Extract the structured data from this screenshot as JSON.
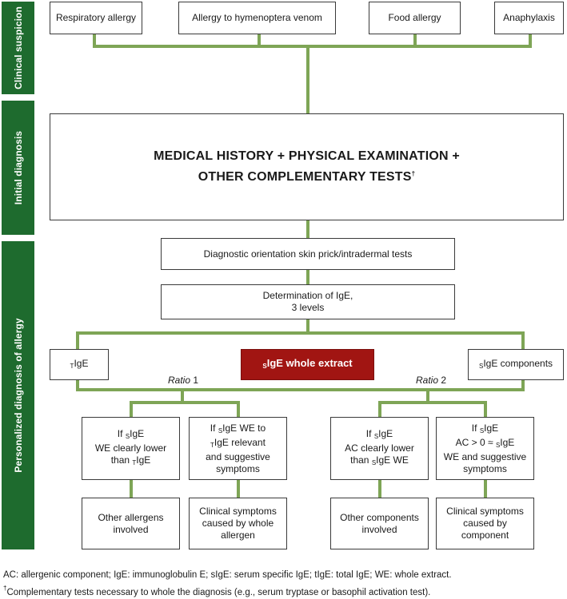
{
  "bands": {
    "clinical_suspicion": "Clinical suspicion",
    "initial_diagnosis": "Initial diagnosis",
    "personalized": "Personalized diagnosis of allergy"
  },
  "suspicion": {
    "respiratory": "Respiratory allergy",
    "hymenoptera": "Allergy to hymenoptera venom",
    "food": "Food allergy",
    "anaphylaxis": "Anaphylaxis"
  },
  "initial": {
    "line1": "MEDICAL HISTORY + PHYSICAL EXAMINATION +",
    "line2": "OTHER COMPLEMENTARY TESTS",
    "dagger": "†"
  },
  "orientation": "Diagnostic orientation skin prick/intradermal tests",
  "determination": {
    "line1": "Determination of IgE,",
    "line2": "3 levels"
  },
  "levels": {
    "tige_sub": "T",
    "tige_main": "IgE",
    "sige_sub": "S",
    "sige_main": "IgE whole extract",
    "comp_sub": "S",
    "comp_main": "IgE components"
  },
  "ratios": {
    "r1_word": "Ratio",
    "r1_num": " 1",
    "r2_word": "Ratio",
    "r2_num": " 2"
  },
  "condition_boxes": {
    "a": {
      "l1_pre": "If ",
      "l1_sub": "S",
      "l1_post": "IgE",
      "l2": "WE clearly lower",
      "l3_pre": "than ",
      "l3_sub": "T",
      "l3_post": "IgE"
    },
    "b": {
      "l1_pre": "If ",
      "l1_sub": "S",
      "l1_post": "IgE WE to",
      "l2_sub": "T",
      "l2_post": "IgE relevant",
      "l3": "and suggestive",
      "l4": "symptoms"
    },
    "c": {
      "l1_pre": "If ",
      "l1_sub": "S",
      "l1_post": "IgE",
      "l2": "AC clearly lower",
      "l3_pre": "than ",
      "l3_sub": "S",
      "l3_post": "IgE WE"
    },
    "d": {
      "l1_pre": "If ",
      "l1_sub": "S",
      "l1_post": "IgE",
      "l2_pre": "AC > 0 ≈ ",
      "l2_sub": "S",
      "l2_post": "IgE",
      "l3": "WE and suggestive",
      "l4": "symptoms"
    }
  },
  "outcomes": {
    "a": {
      "l1": "Other allergens",
      "l2": "involved"
    },
    "b": {
      "l1": "Clinical symptoms",
      "l2": "caused by whole",
      "l3": "allergen"
    },
    "c": {
      "l1": "Other components",
      "l2": "involved"
    },
    "d": {
      "l1": "Clinical symptoms",
      "l2": "caused by",
      "l3": "component"
    }
  },
  "footnotes": {
    "abbrev": "AC: allergenic component; IgE: immunoglobulin E; sIgE: serum specific IgE; tIgE: total IgE; WE: whole extract.",
    "dagger": "†",
    "complementary": "Complementary tests necessary to whole the diagnosis (e.g., serum tryptase or basophil activation test)."
  },
  "colors": {
    "band_green": "#1e6b2e",
    "connector_green": "#7ea556",
    "highlight_red": "#a11512"
  }
}
